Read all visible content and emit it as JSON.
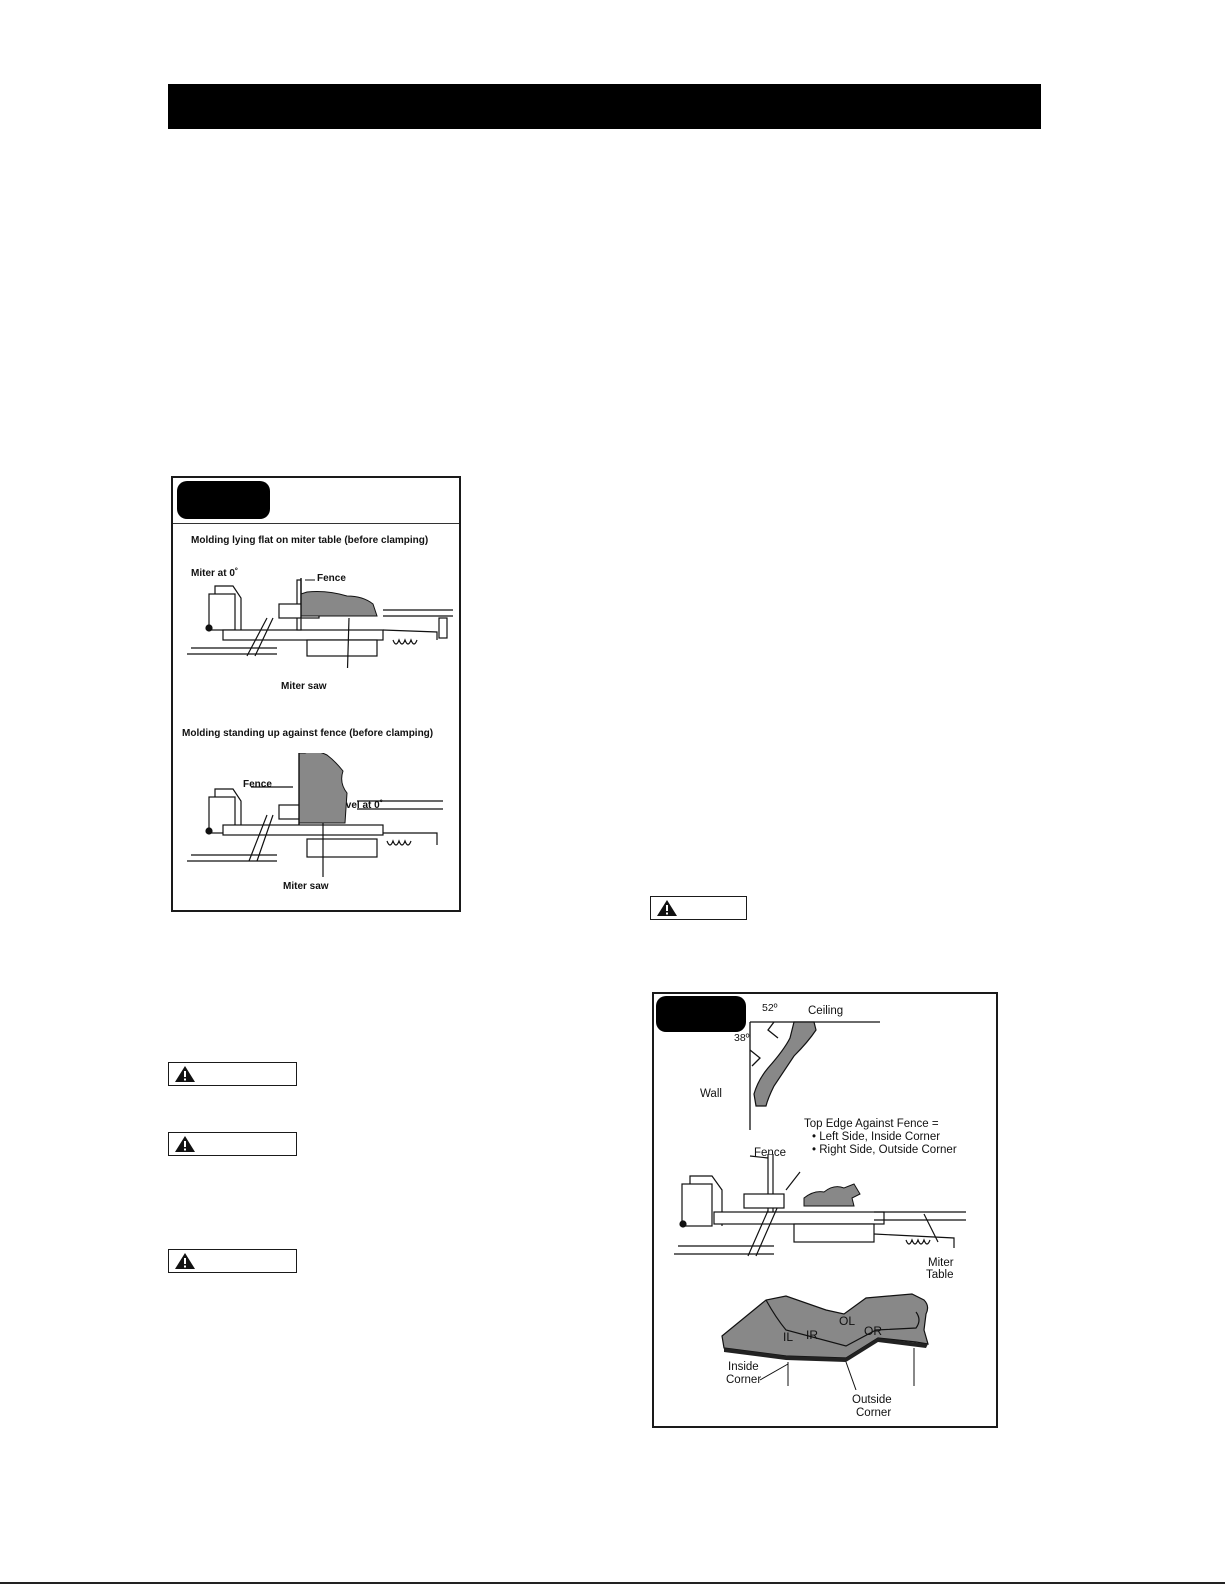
{
  "figure_left": {
    "caption_top": "Molding lying flat on miter table (before clamping)",
    "label_miter": "Miter at 0˚",
    "label_fence_top": "Fence",
    "label_saw_top": "Miter saw",
    "caption_bottom": "Molding standing up against fence (before clamping)",
    "label_fence_bottom": "Fence",
    "label_bevel": "Bevel at  0˚",
    "label_saw_bottom": "Miter saw"
  },
  "figure_right": {
    "angle_52": "52º",
    "angle_38": "38º",
    "label_ceiling": "Ceiling",
    "label_wall": "Wall",
    "note_line1": "Top Edge Against Fence =",
    "note_line2": "• Left Side, Inside Corner",
    "note_line3": "• Right Side, Outside Corner",
    "label_fence": "Fence",
    "label_miter_table_1": "Miter",
    "label_miter_table_2": "Table",
    "label_il": "IL",
    "label_ir": "IR",
    "label_ol": "OL",
    "label_or": "OR",
    "label_inside_1": "Inside",
    "label_inside_2": "Corner",
    "label_outside_1": "Outside",
    "label_outside_2": "Corner"
  },
  "icons": {
    "warning": "warning-triangle-icon"
  }
}
